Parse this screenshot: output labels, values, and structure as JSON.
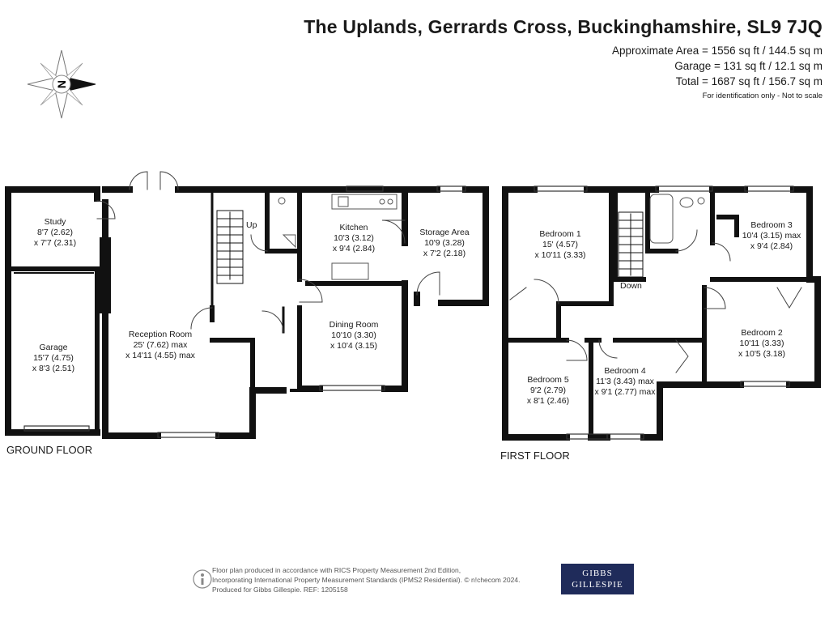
{
  "header": {
    "title": "The Uplands, Gerrards Cross, Buckinghamshire, SL9 7JQ",
    "approx_area": "Approximate Area = 1556 sq ft / 144.5 sq m",
    "garage_area": "Garage = 131 sq ft / 12.1 sq m",
    "total_area": "Total = 1687 sq ft / 156.7 sq m",
    "note": "For identification only - Not to scale"
  },
  "compass": {
    "label": "N",
    "icon": "compass-icon"
  },
  "ground_floor": {
    "label": "GROUND FLOOR",
    "rooms": {
      "study": {
        "name": "Study",
        "l1": "8'7 (2.62)",
        "l2": "x 7'7 (2.31)"
      },
      "garage": {
        "name": "Garage",
        "l1": "15'7 (4.75)",
        "l2": "x 8'3 (2.51)"
      },
      "reception": {
        "name": "Reception Room",
        "l1": "25' (7.62) max",
        "l2": "x 14'11 (4.55) max"
      },
      "kitchen": {
        "name": "Kitchen",
        "l1": "10'3 (3.12)",
        "l2": "x 9'4 (2.84)"
      },
      "storage": {
        "name": "Storage Area",
        "l1": "10'9 (3.28)",
        "l2": "x 7'2 (2.18)"
      },
      "dining": {
        "name": "Dining Room",
        "l1": "10'10 (3.30)",
        "l2": "x 10'4 (3.15)"
      }
    },
    "stairs_label": "Up"
  },
  "first_floor": {
    "label": "FIRST FLOOR",
    "rooms": {
      "bedroom1": {
        "name": "Bedroom 1",
        "l1": "15' (4.57)",
        "l2": "x 10'11 (3.33)"
      },
      "bedroom3": {
        "name": "Bedroom 3",
        "l1": "10'4 (3.15) max",
        "l2": "x 9'4 (2.84)"
      },
      "bedroom2": {
        "name": "Bedroom 2",
        "l1": "10'11 (3.33)",
        "l2": "x 10'5 (3.18)"
      },
      "bedroom4": {
        "name": "Bedroom 4",
        "l1": "11'3 (3.43) max",
        "l2": "x 9'1 (2.77) max"
      },
      "bedroom5": {
        "name": "Bedroom 5",
        "l1": "9'2 (2.79)",
        "l2": "x 8'1 (2.46)"
      }
    },
    "stairs_label": "Down"
  },
  "footer": {
    "line1": "Floor plan produced in accordance with RICS Property Measurement 2nd Edition,",
    "line2": "Incorporating International Property Measurement Standards (IPMS2 Residential).  © n!checom 2024.",
    "line3": "Produced for Gibbs Gillespie.   REF:  1205158",
    "brand_line1": "GIBBS",
    "brand_line2": "GILLESPIE"
  },
  "colors": {
    "wall": "#111111",
    "brand": "#1f2b5a"
  }
}
